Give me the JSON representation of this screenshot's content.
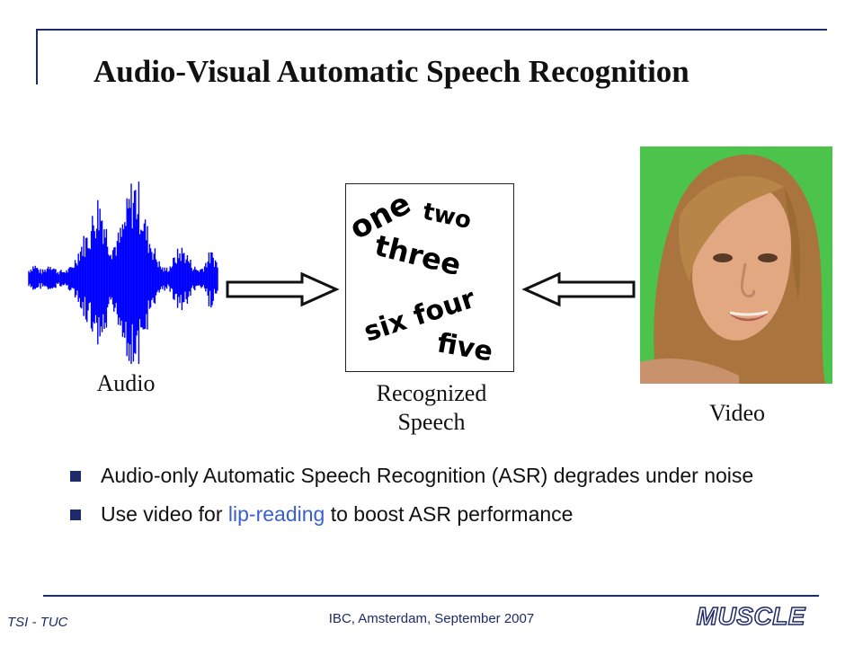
{
  "slide": {
    "title": "Audio-Visual Automatic Speech Recognition",
    "audio_label": "Audio",
    "recognized_label_line1": "Recognized",
    "recognized_label_line2": "Speech",
    "video_label": "Video",
    "words": [
      "one",
      "two",
      "three",
      "six four",
      "five"
    ],
    "bullet1": "Audio-only Automatic Speech Recognition (ASR) degrades under noise",
    "bullet2_pre": "Use video for ",
    "bullet2_highlight": "lip-reading",
    "bullet2_post": " to boost ASR performance"
  },
  "footer": {
    "left": "TSI - TUC",
    "center": "IBC, Amsterdam, September 2007",
    "brand": "MUSCLE"
  },
  "colors": {
    "accent": "#1f2a6b",
    "waveform": "#0000ff",
    "highlight": "#3b5fcf",
    "face_background": "#4cc34a"
  }
}
